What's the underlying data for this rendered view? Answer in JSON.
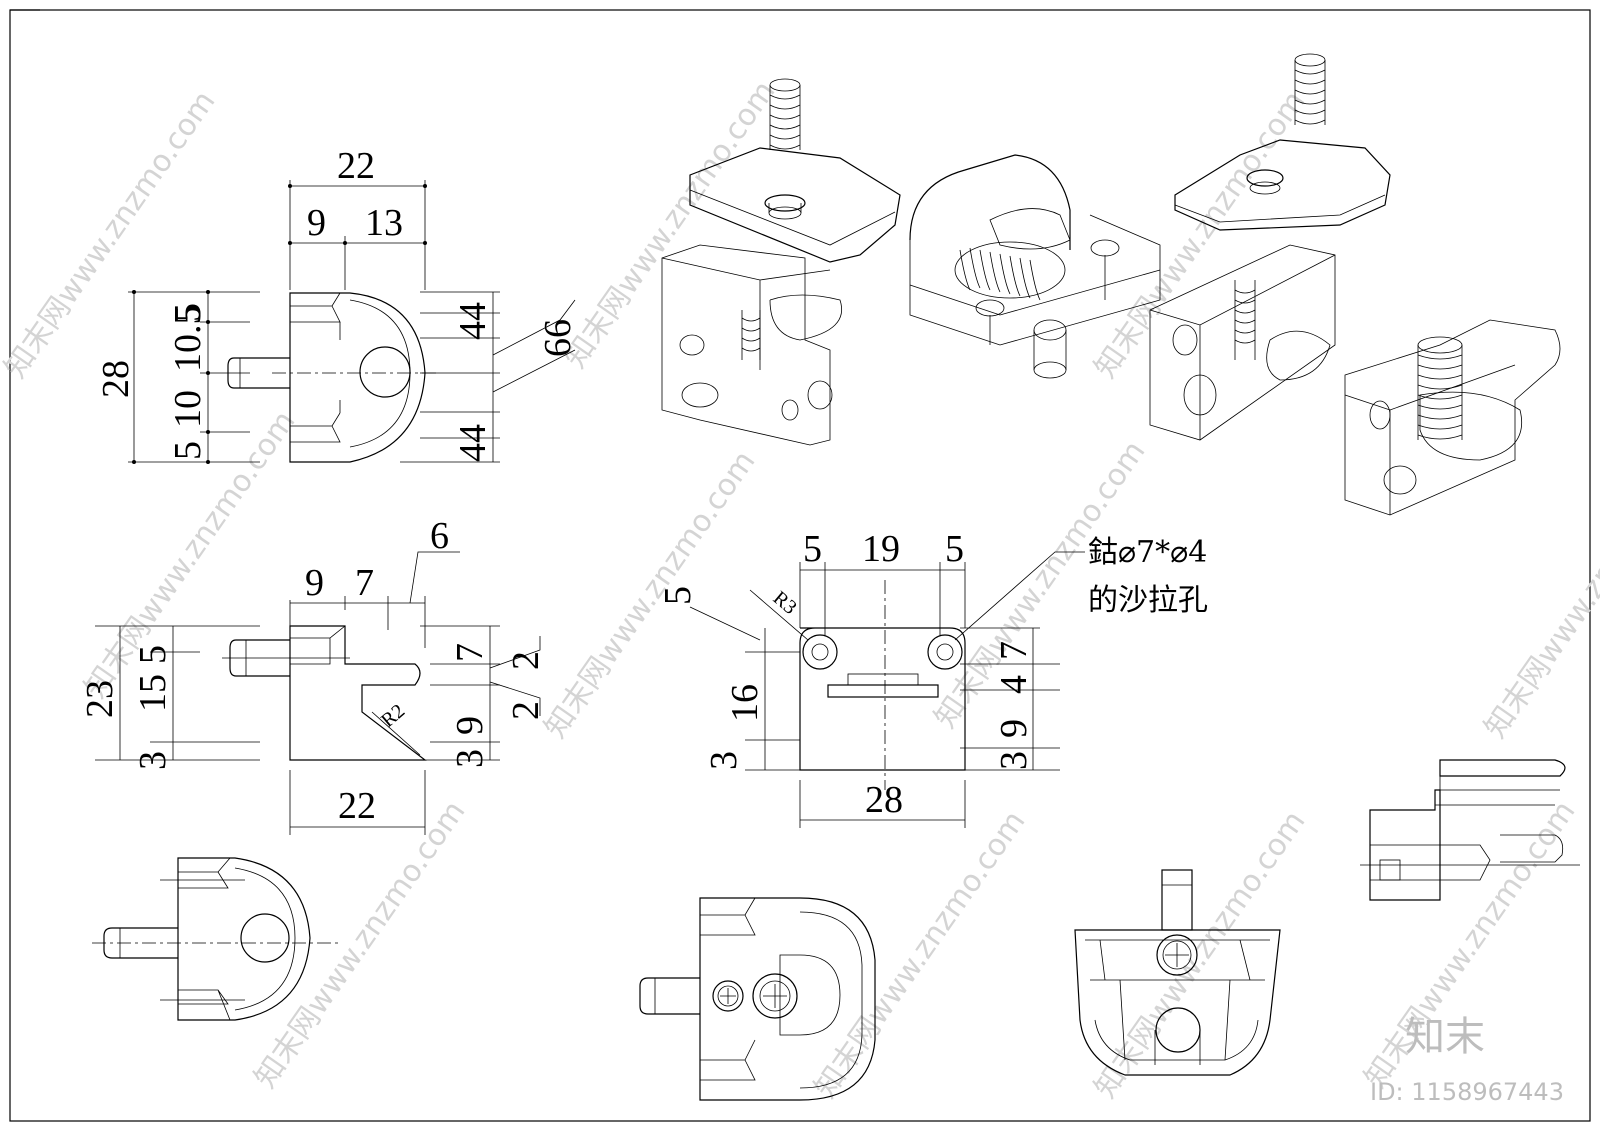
{
  "drawing": {
    "top_view_dims": {
      "overall_width": "22",
      "offset_a": "9",
      "offset_b": "13",
      "overall_height": "28",
      "left_stack": [
        "5",
        "10.5",
        "10",
        "5"
      ],
      "right_stack_top": "44",
      "right_stack_mid": "66",
      "right_stack_bottom": "44"
    },
    "side_view_dims": {
      "top_a": "9",
      "top_b": "7",
      "top_c": "6",
      "overall_height": "23",
      "left_stack": [
        "5",
        "15",
        "3"
      ],
      "right_stack": [
        "7",
        "2",
        "2",
        "9",
        "3"
      ],
      "radius": "R2",
      "bottom_width": "22"
    },
    "front_view_dims": {
      "top": [
        "5",
        "19",
        "5"
      ],
      "overall_width": "28",
      "left_offset": "5",
      "radius": "R3",
      "left_stack": [
        "16",
        "3"
      ],
      "right_stack": [
        "7",
        "4",
        "9",
        "3"
      ]
    },
    "callout": {
      "line1": "鈷⌀7*⌀4",
      "line2": "的沙拉孔"
    }
  },
  "watermark": {
    "url_text": "知末网www.znzmo.com",
    "brand": "知末",
    "id_label": "ID: 1158967443"
  },
  "colors": {
    "line": "#000000",
    "watermark": "#cfcfcf",
    "background": "#ffffff"
  }
}
